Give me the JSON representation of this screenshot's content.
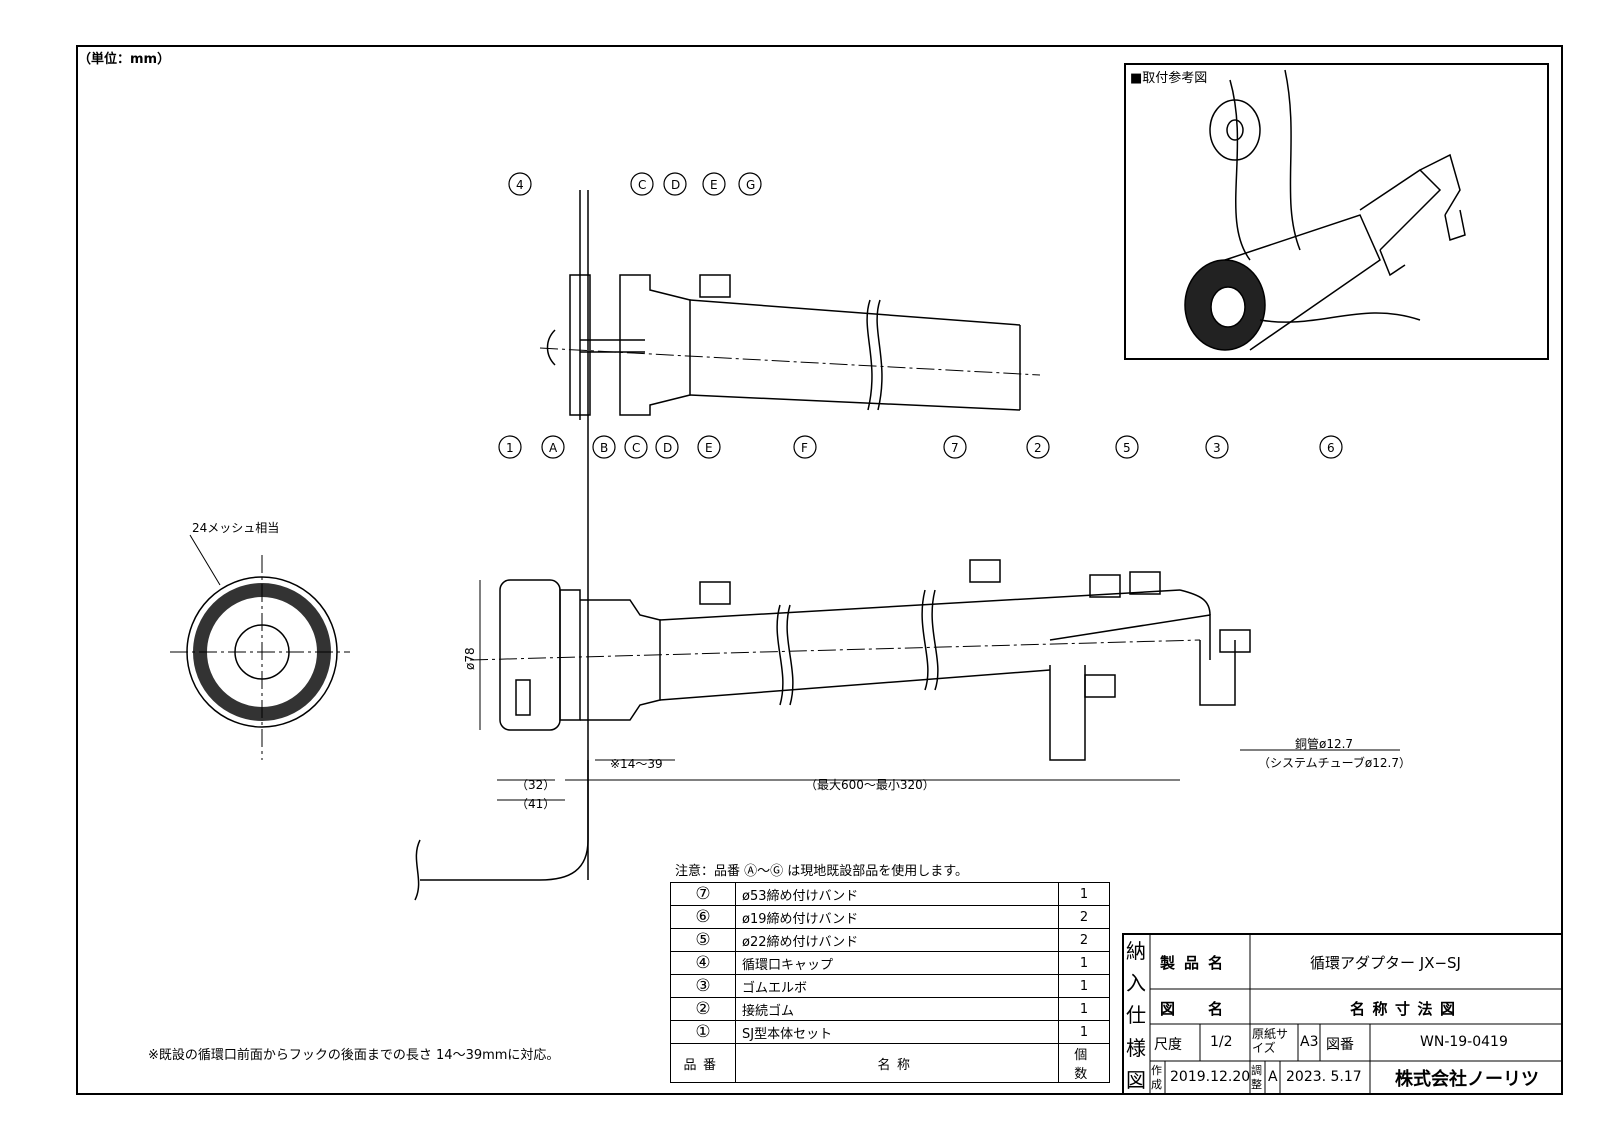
{
  "unit_label": "（単位：mm）",
  "inset": {
    "title": "■取付参考図"
  },
  "callouts_top": [
    "4",
    "C",
    "D",
    "E",
    "G"
  ],
  "callouts_main": [
    "1",
    "A",
    "B",
    "C",
    "D",
    "E",
    "F",
    "7",
    "2",
    "5",
    "3",
    "6"
  ],
  "mesh_label": "24メッシュ相当",
  "dimensions": {
    "diameter": "ø78",
    "hook_range": "※14～39",
    "d32": "（32）",
    "d41": "（41）",
    "length": "（最大600～最小320）",
    "pipe1": "銅管ø12.7",
    "pipe2": "（システムチューブø12.7）"
  },
  "note": "注意：品番 Ⓐ～Ⓖ は現地既設部品を使用します。",
  "footnote": "※既設の循環口前面からフックの後面までの長さ 14～39mmに対応。",
  "parts": [
    {
      "no": "⑦",
      "name": "ø53締め付けバンド",
      "qty": "1"
    },
    {
      "no": "⑥",
      "name": "ø19締め付けバンド",
      "qty": "2"
    },
    {
      "no": "⑤",
      "name": "ø22締め付けバンド",
      "qty": "2"
    },
    {
      "no": "④",
      "name": "循環口キャップ",
      "qty": "1"
    },
    {
      "no": "③",
      "name": "ゴムエルボ",
      "qty": "1"
    },
    {
      "no": "②",
      "name": "接続ゴム",
      "qty": "1"
    },
    {
      "no": "①",
      "name": "SJ型本体セット",
      "qty": "1"
    }
  ],
  "parts_header": {
    "no": "品番",
    "name": "名称",
    "qty": "個数"
  },
  "title_block": {
    "vertical": [
      "納",
      "入",
      "仕",
      "様",
      "図"
    ],
    "product_label": "製品名",
    "product": "循環アダプター JX−SJ",
    "drawing_label": "図名",
    "drawing": "名称寸法図",
    "scale_label": "尺度",
    "scale": "1/2",
    "paper_label": "原紙サイズ",
    "paper": "A3",
    "number_label": "図番",
    "number": "WN-19-0419",
    "made_label": "作成",
    "made": "2019.12.20",
    "adjust_label": "調整",
    "adjust_rev": "A",
    "adjust": "2023. 5.17",
    "company": "株式会社ノーリツ"
  }
}
